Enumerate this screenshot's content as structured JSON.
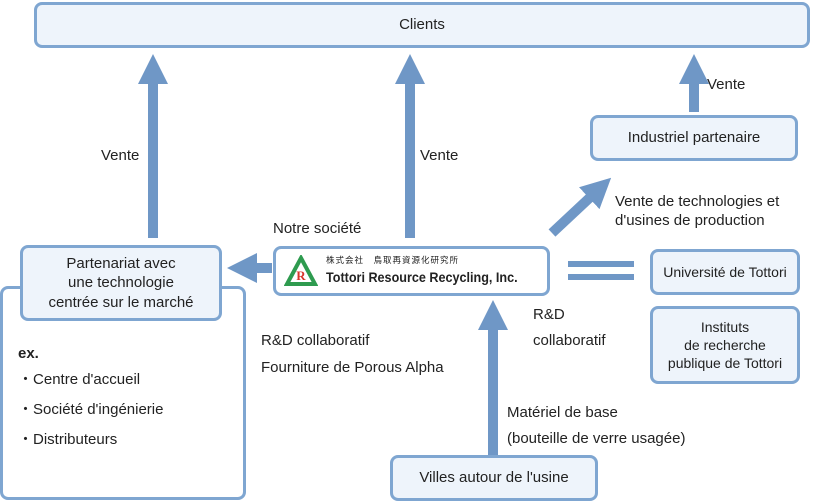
{
  "clients": "Clients",
  "industriel": "Industriel partenaire",
  "partenariat": {
    "line1": "Partenariat avec",
    "line2": "une technologie",
    "line3": "centrée sur le marché"
  },
  "notre_societe": "Notre société",
  "logo": {
    "jp": "株式会社　鳥取再資源化研究所",
    "en": "Tottori Resource Recycling, Inc.",
    "mark": "R"
  },
  "universite": "Université de Tottori",
  "instituts": {
    "line1": "Instituts",
    "line2": "de recherche",
    "line3": "publique de Tottori"
  },
  "villes": "Villes autour de l'usine",
  "vente_left": "Vente",
  "vente_center": "Vente",
  "vente_right": "Vente",
  "vente_tech": {
    "line1": "Vente de technologies et",
    "line2": "d'usines de production"
  },
  "rd_right": {
    "line1": "R&D",
    "line2": "collaboratif"
  },
  "rd_left": {
    "line1": "R&D collaboratif",
    "line2": "Fourniture de Porous Alpha"
  },
  "materiel": {
    "line1": "Matériel de base",
    "line2": "(bouteille de verre usagée)"
  },
  "examples": {
    "title": "ex.",
    "items": [
      "Centre d'accueil",
      "Société d'ingénierie",
      "Distributeurs"
    ]
  },
  "colors": {
    "arrow": "#6f97c6",
    "border": "#7fa6d1",
    "fill": "#eef4fb"
  }
}
